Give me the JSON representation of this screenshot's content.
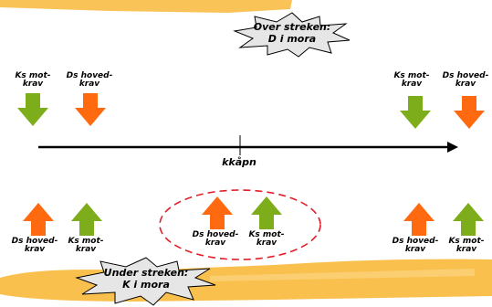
{
  "colors": {
    "green": "#7ead1c",
    "orange": "#ff6a10",
    "highlight_stroke": "#f8b93a",
    "dashed_ellipse": "#e0202a"
  },
  "top_callout": "Over streken:\nD i mora",
  "bottom_callout": "Under streken:\nK i mora",
  "timeline_label": "kkåpn",
  "labels": {
    "ks_motkrav": "Ks mot-\nkrav",
    "ds_hovedkrav": "Ds hoved-\nkrav"
  },
  "arrows": {
    "top_left": [
      {
        "label": "Ks mot-\nkrav",
        "color": "green",
        "direction": "down"
      },
      {
        "label": "Ds hoved-\nkrav",
        "color": "orange",
        "direction": "down"
      }
    ],
    "top_right": [
      {
        "label": "Ks mot-\nkrav",
        "color": "green",
        "direction": "down"
      },
      {
        "label": "Ds hoved-\nkrav",
        "color": "orange",
        "direction": "down"
      }
    ],
    "bottom_left": [
      {
        "label": "Ds hoved-\nkrav",
        "color": "orange",
        "direction": "up"
      },
      {
        "label": "Ks mot-\nkrav",
        "color": "green",
        "direction": "up"
      }
    ],
    "bottom_middle": [
      {
        "label": "Ds hoved-\nkrav",
        "color": "orange",
        "direction": "up"
      },
      {
        "label": "Ks mot-\nkrav",
        "color": "green",
        "direction": "up"
      }
    ],
    "bottom_right": [
      {
        "label": "Ds hoved-\nkrav",
        "color": "orange",
        "direction": "up"
      },
      {
        "label": "Ks mot-\nkrav",
        "color": "green",
        "direction": "up"
      }
    ]
  }
}
